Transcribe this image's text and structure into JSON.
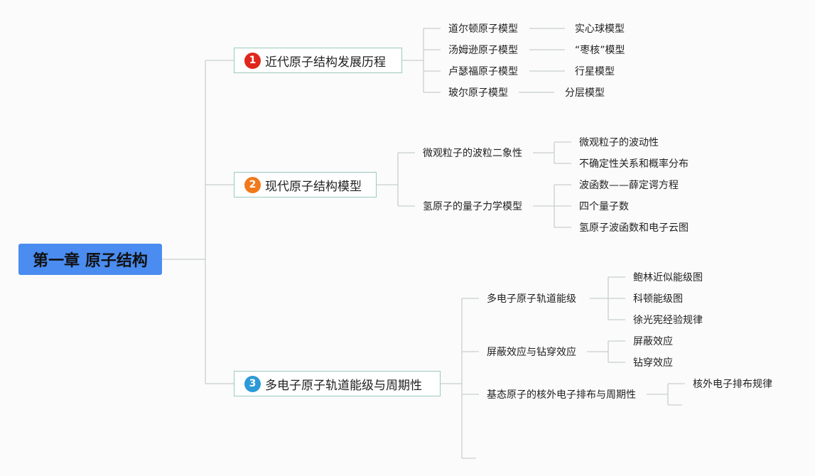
{
  "root": {
    "label": "第一章 原子结构"
  },
  "branches": [
    {
      "num": "1",
      "label": "近代原子结构发展历程",
      "badge_color": "#e0261c",
      "children": [
        {
          "label": "道尔顿原子模型",
          "children": [
            {
              "label": "实心球模型"
            }
          ]
        },
        {
          "label": "汤姆逊原子模型",
          "children": [
            {
              "label": "“枣核”模型"
            }
          ]
        },
        {
          "label": "卢瑟福原子模型",
          "children": [
            {
              "label": "行星模型"
            }
          ]
        },
        {
          "label": "玻尔原子模型",
          "children": [
            {
              "label": "分层模型"
            }
          ]
        }
      ]
    },
    {
      "num": "2",
      "label": "现代原子结构模型",
      "badge_color": "#f07a1c",
      "children": [
        {
          "label": "微观粒子的波粒二象性",
          "children": [
            {
              "label": "微观粒子的波动性"
            },
            {
              "label": "不确定性关系和概率分布"
            }
          ]
        },
        {
          "label": "氢原子的量子力学模型",
          "children": [
            {
              "label": "波函数——薛定谔方程"
            },
            {
              "label": "四个量子数"
            },
            {
              "label": "氢原子波函数和电子云图"
            }
          ]
        }
      ]
    },
    {
      "num": "3",
      "label": "多电子原子轨道能级与周期性",
      "badge_color": "#2b9ad8",
      "children": [
        {
          "label": "多电子原子轨道能级",
          "children": [
            {
              "label": "鲍林近似能级图"
            },
            {
              "label": "科顿能级图"
            },
            {
              "label": "徐光宪经验规律"
            }
          ]
        },
        {
          "label": "屏蔽效应与钻穿效应",
          "children": [
            {
              "label": "屏蔽效应"
            },
            {
              "label": "钻穿效应"
            }
          ]
        },
        {
          "label": "基态原子的核外电子排布与周期性",
          "children": [
            {
              "label": "核外电子排布规律"
            }
          ]
        }
      ]
    }
  ],
  "colors": {
    "line": "#c8cfcd",
    "branch_border": "#9ac9bf",
    "root_bg": "#4a8cf0"
  }
}
